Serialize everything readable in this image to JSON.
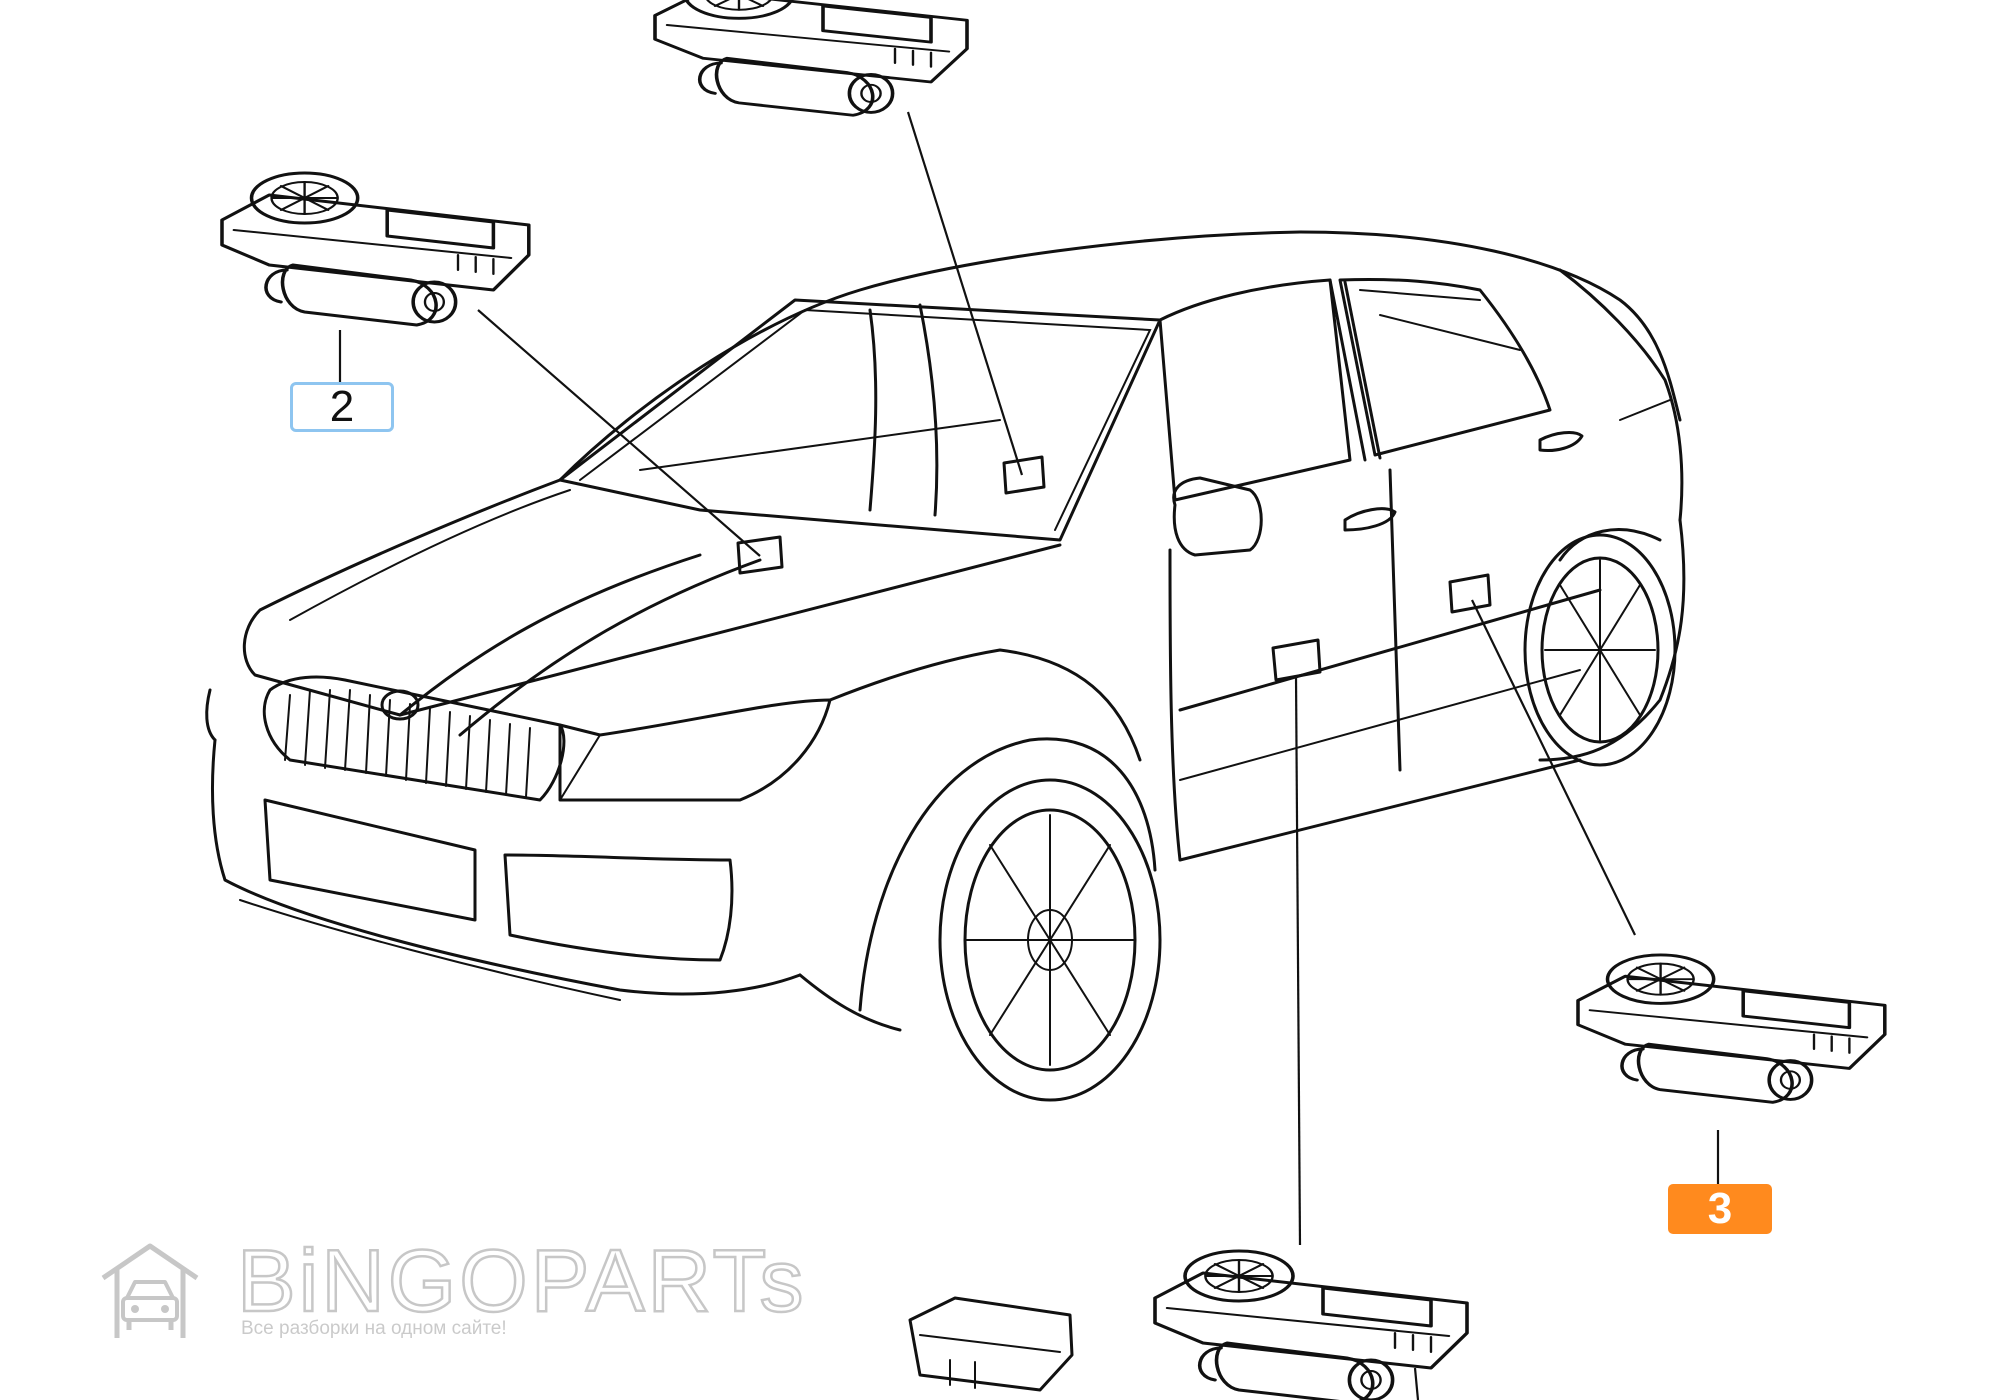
{
  "diagram": {
    "callouts": [
      {
        "id": "2",
        "label": "2",
        "highlight": "#8ec5f0"
      },
      {
        "id": "3",
        "label": "3",
        "highlight": "#ff8a1e"
      }
    ],
    "watermark": {
      "name": "BiNGOPARTs",
      "tagline": "Все разборки на одном сайте!"
    }
  }
}
